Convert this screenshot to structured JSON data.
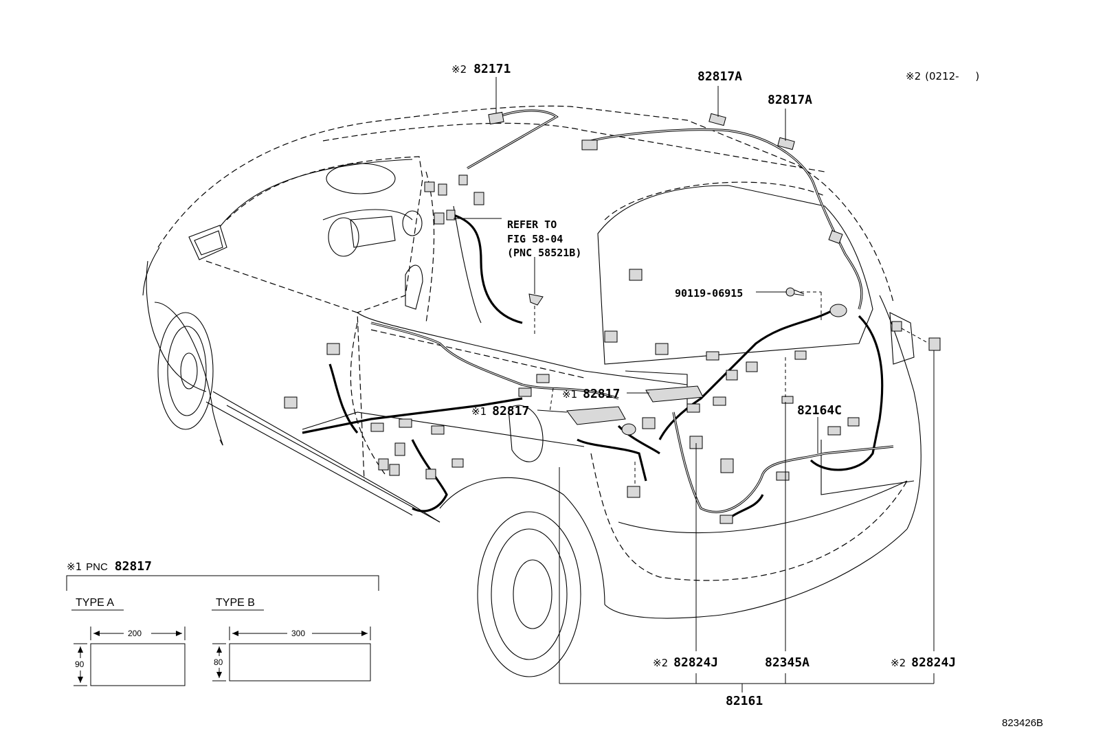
{
  "labels": {
    "p82171": {
      "mark": "※2",
      "code": "82171"
    },
    "p82817A_1": "82817A",
    "p82817A_2": "82817A",
    "note_range": {
      "mark": "※2",
      "text": "(0212-     )"
    },
    "refer_note": [
      "REFER TO",
      "FIG 58-04",
      "(PNC 58521B)"
    ],
    "p90119": "90119-06915",
    "p82817_upper": {
      "mark": "※1",
      "code": "82817"
    },
    "p82817_lower": {
      "mark": "※1",
      "code": "82817"
    },
    "p82164C": "82164C",
    "p82824J_left": {
      "mark": "※2",
      "code": "82824J"
    },
    "p82345A": "82345A",
    "p82824J_right": {
      "mark": "※2",
      "code": "82824J"
    },
    "p82161": "82161",
    "figure_id": "823426B"
  },
  "legend_box": {
    "mark": "※1",
    "pnc_label": "PNC",
    "pnc_code": "82817",
    "type_a": {
      "label": "TYPE A",
      "width_label": "200",
      "height_label": "90"
    },
    "type_b": {
      "label": "TYPE B",
      "width_label": "300",
      "height_label": "80"
    }
  }
}
